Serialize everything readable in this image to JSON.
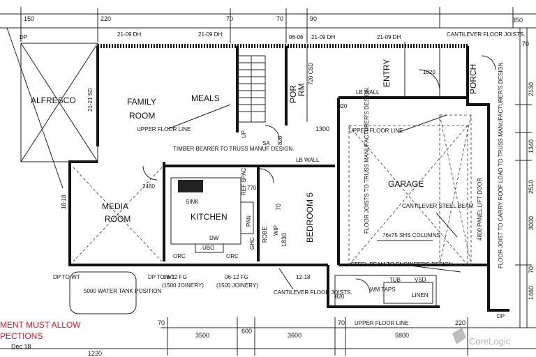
{
  "rooms": {
    "alfresco": "ALFRESCO",
    "family1": "FAMILY",
    "family2": "ROOM",
    "meals": "MEALS",
    "media1": "MEDIA",
    "media2": "ROOM",
    "kitchen": "KITCHEN",
    "bedroom5": "BEDROOM 5",
    "garage": "GARAGE",
    "entry": "ENTRY",
    "porch": "PORCH",
    "por": "POR",
    "rm": "RM",
    "wm_taps": "WM TAPS",
    "tub": "TUB",
    "vsd": "VSD",
    "linen": "LINEN",
    "pan": "PAN",
    "ref_space": "REF SPACE",
    "robe": "ROBE",
    "wip": "WIP",
    "ghc": "GHC"
  },
  "notes": {
    "upper_floor_line_left": "UPPER FLOOR LINE",
    "timber_bearer": "TIMBER BEARER TO TRUSS MANUF DESIGN.",
    "upper_floor_line_garage": "UPPER FLOOR LINE",
    "upper_floor_line_bottom": "UPPER FLOOR LINE",
    "floor_joists": "FLOOR JOISTS TO TRUSS MANUFACTURER'S DESIGN.",
    "cantilever_steel_beam": "CANTILEVER STEEL BEAM",
    "panel_lift_door": "4800 PANEL LIFT DOOR",
    "floor_joist_carry": "FLOOR JOIST TO CARRY ROOF LOAD TO TRUSS MANUFACTURER'S DESIGN.",
    "shs_columns": "76x75 SHS COLUMNS",
    "steel_beam": "STEEL BEAM TO ENGINEER'S DESIGN",
    "cantilever_joists_bottom": "CANTILEVER FLOOR JOISTS.",
    "cantilever_joists_top": "CANTILEVER FLOOR JOISTS.",
    "water_tank": "5000 WATER TANK POSITION",
    "lb_wall_top": "LB WALL",
    "lb_wall_mid": "LB WALL",
    "sa": "SA",
    "up": "UP",
    "dp_tl": "DP",
    "dp_to_wt_1": "DP TO WT",
    "dp_to_wt_2": "DP TO WT",
    "dp_br": "DP",
    "sink": "SINK",
    "ubo": "UBO",
    "dw": "DW",
    "orc1": "ORC",
    "orc2": "ORC",
    "window_1": "21-09 DH",
    "window_2": "21-09 DH",
    "window_3": "06-06",
    "window_4": "21-09 DH",
    "window_5": "21-09 DH",
    "window_left": "21-21 SD",
    "window_bottom_1": "06-12 FG",
    "window_bottom_1b": "(1500 JOINERY)",
    "window_bottom_2": "06-12 FG",
    "window_bottom_2b": "(1500 JOINERY)",
    "window_bottom_3": "12-18",
    "window_media": "18-18",
    "door_2460": "2460",
    "v1020": "1020",
    "v820a": "820",
    "v820b": "820",
    "v820c": "820",
    "v770": "770",
    "v720": "720 CSD"
  },
  "dimensions": {
    "top_150": "150",
    "top_220": "220",
    "top_70a": "70",
    "top_70b": "70",
    "top_90": "90",
    "top_350": "350",
    "top_70c": "70",
    "mid_1300": "1300",
    "bed_70": "70",
    "bed_1830": "1830",
    "right_2130": "2130",
    "right_1340": "1340",
    "right_2510": "2510",
    "right_3000": "3000",
    "right_70": "70",
    "right_1460": "1460",
    "bot_70a": "70",
    "bot_3500": "3500",
    "bot_600": "600",
    "bot_3600": "3600",
    "bot_70b": "70",
    "bot_5800": "5800",
    "bot_220": "220",
    "bot_1220": "1220"
  },
  "warning": {
    "line1": "MENT MUST ALLOW",
    "line2": "PECTIONS",
    "date": "Dec 18"
  },
  "watermark": "CoreLogic",
  "colors": {
    "warning": "#d0202a",
    "ink": "#111111",
    "paper": "#ffffff"
  }
}
